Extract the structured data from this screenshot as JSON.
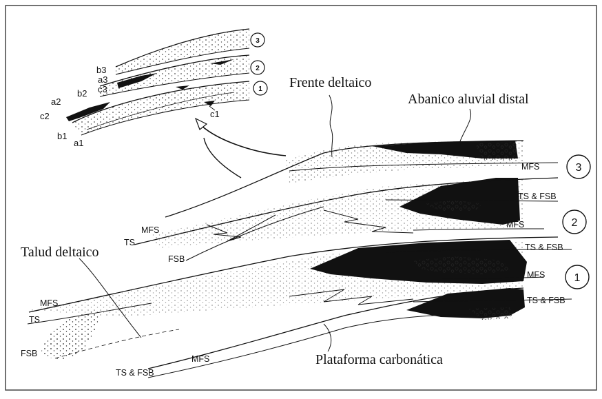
{
  "labels": {
    "frente_deltaico": "Frente deltaico",
    "abanico_aluvial": "Abanico aluvial distal",
    "talud_deltaico": "Talud deltaico",
    "plataforma": "Plataforma carbonática"
  },
  "surfaces": {
    "mfs": "MFS",
    "ts_fsb": "TS & FSB",
    "ts": "TS",
    "fsb": "FSB"
  },
  "sequences": [
    "1",
    "2",
    "3"
  ],
  "inset": {
    "sequences": [
      "1",
      "2",
      "3"
    ],
    "labels": {
      "a1": "a1",
      "a2": "a2",
      "a3": "a3",
      "b1": "b1",
      "b2": "b2",
      "b3": "b3",
      "c1": "c1",
      "c2": "c2",
      "c3": "c3"
    }
  }
}
